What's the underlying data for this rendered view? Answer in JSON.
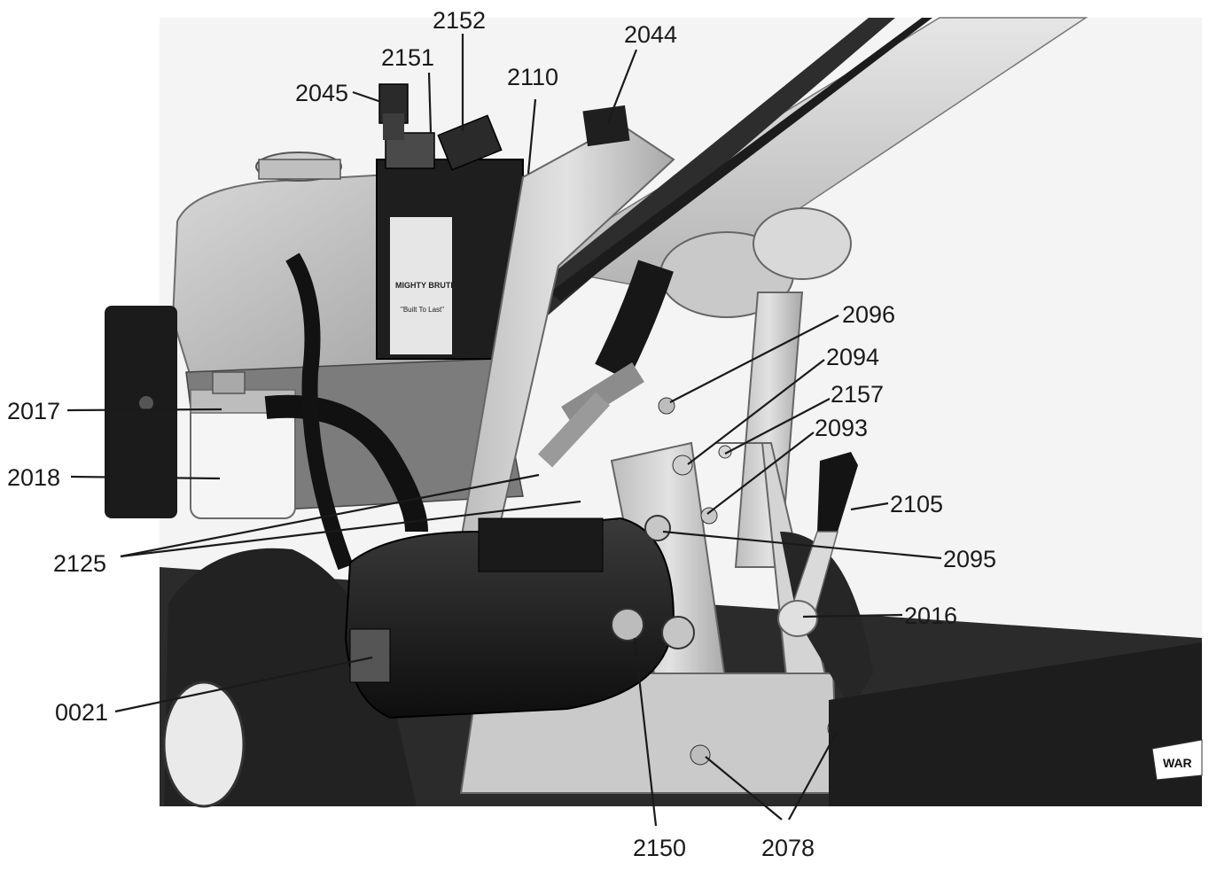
{
  "callouts": {
    "c2152": "2152",
    "c2044": "2044",
    "c2151": "2151",
    "c2045": "2045",
    "c2110": "2110",
    "c2096": "2096",
    "c2094": "2094",
    "c2157": "2157",
    "c2093": "2093",
    "c2017": "2017",
    "c2018": "2018",
    "c2105": "2105",
    "c2095": "2095",
    "c2125": "2125",
    "c2016": "2016",
    "c0021": "0021",
    "c2150": "2150",
    "c2078": "2078"
  },
  "photo": {
    "battery_brand": "MIGHTY BRUTE",
    "battery_slogan": "\"Built To Last\"",
    "guard_label": "WAR"
  }
}
